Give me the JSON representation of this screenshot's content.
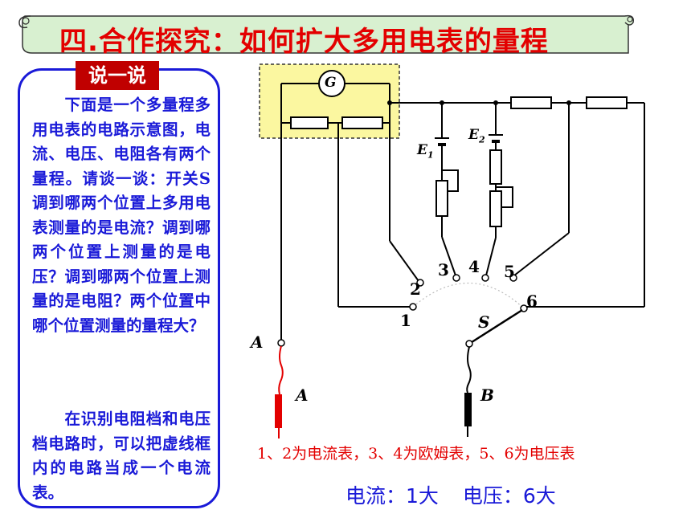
{
  "title": "四.合作探究：如何扩大多用电表的量程",
  "tag": "说一说",
  "paragraph1": "　　下面是一个多量程多用电表的电路示意图，电流、电压、电阻各有两个量程。请谈一谈：开关S 调到哪两个位置上多用电表测量的是电流？调到哪两个位置上测量的是电压？调到哪两个位置上测量的是电阻？两个位置中哪个位置测量的量程大？",
  "paragraph2": "　　在识别电阻档和电压档电路时，可以把虚线框内的电路当成一个电流表。",
  "diagram": {
    "galvanometer": "G",
    "battery1": "E",
    "battery1_sub": "1",
    "battery2": "E",
    "battery2_sub": "2",
    "terminal_a": "A",
    "probe_a": "A",
    "probe_b": "B",
    "switch": "S",
    "positions": [
      "1",
      "2",
      "3",
      "4",
      "5",
      "6"
    ]
  },
  "note": "1、2为电流表，3、4为欧姆表，5、6为电压表",
  "summary": {
    "current": "电流：1大",
    "voltage": "电压：6大"
  },
  "colors": {
    "title_red": "#e30000",
    "panel_blue": "#1a1ad8",
    "tag_bg": "#c00000",
    "box_fill": "#fbf7a0",
    "banner_fill": "#d8f0d0"
  }
}
